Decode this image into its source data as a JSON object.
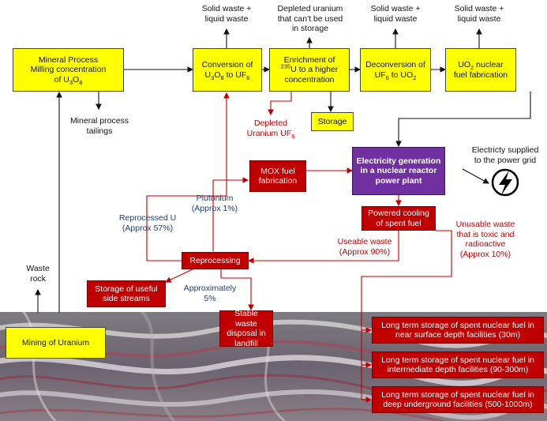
{
  "boxes": {
    "mineral_process": {
      "line1": "Mineral Process",
      "line2": "Milling concentration",
      "line3_pre": "of U",
      "line3_sub1": "3",
      "line3_mid": "O",
      "line3_sub2": "8"
    },
    "conversion": {
      "line1": "Conversion of",
      "pre": "U",
      "sub1": "3",
      "mid1": "O",
      "sub2": "8",
      "mid2": " to UF",
      "sub3": "6"
    },
    "enrichment": {
      "line1": "Enrichment of",
      "sup": "235",
      "line2": "U to a higher",
      "line3": "concentration"
    },
    "deconversion": {
      "line1": "Deconversion of",
      "pre": "UF",
      "sub1": "6",
      "mid": " to UO",
      "sub2": "2"
    },
    "fabrication": {
      "pre": "UO",
      "sub": "2",
      "post": " nuclear",
      "line2": "fuel fabrication"
    },
    "storage": "Storage",
    "mox": {
      "line1": "MOX fuel",
      "line2": "fabrication"
    },
    "electricity": {
      "line1": "Electricity generation",
      "line2": "in a nuclear reactor",
      "line3": "power plant"
    },
    "cooling": {
      "line1": "Powered cooling",
      "line2": "of spent fuel"
    },
    "reprocessing": "Reprocessing",
    "side_streams": {
      "line1": "Storage of useful",
      "line2": "side streams"
    },
    "stable_waste": {
      "line1": "Stable waste",
      "line2": "disposal in",
      "line3": "landfill"
    },
    "mining": "Mining of Uranium",
    "lts_near": {
      "line1": "Long term storage of spent nuclear fuel in",
      "line2": "near surface depth facilities (30m)"
    },
    "lts_intermediate": {
      "line1": "Long term storage of spent nuclear fuel in",
      "line2": "intermediate depth facilities (90-300m)"
    },
    "lts_deep": {
      "line1": "Long term storage of spent nuclear fuel in",
      "line2": "deep underground facilities (500-1000m)"
    }
  },
  "labels": {
    "waste_conversion": {
      "line1": "Solid waste +",
      "line2": "liquid waste"
    },
    "depleted_storage": {
      "line1": "Depleted uranium",
      "line2": "that can't be used",
      "line3": "in storage"
    },
    "waste_deconversion": {
      "line1": "Solid waste +",
      "line2": "liquid waste"
    },
    "waste_fabrication": {
      "line1": "Solid waste +",
      "line2": "liquid waste"
    },
    "tailings": {
      "line1": "Mineral process",
      "line2": "tailings"
    },
    "depleted_uf6": {
      "line1": "Depleted",
      "line2_pre": "Uranium UF",
      "line2_sub": "6"
    },
    "plutonium": {
      "line1": "Plutonium",
      "line2": "(Approx 1%)"
    },
    "reprocessed_u": {
      "line1": "Reprocessed U",
      "line2": "(Approx 57%)"
    },
    "useable_waste": {
      "line1": "Useable waste",
      "line2": "(Approx 90%)"
    },
    "unusable_waste": {
      "line1": "Unusable waste",
      "line2": "that is toxic and",
      "line3": "radioactive",
      "line4": "(Approx 10%)"
    },
    "approximately": {
      "line1": "Approximately",
      "line2": "5%"
    },
    "power_grid": {
      "line1": "Electricty supplied",
      "line2": "to the power grid"
    },
    "waste_rock": {
      "line1": "Waste",
      "line2": "rock"
    }
  },
  "icons": {
    "power": "lightning-bolt-icon"
  },
  "colors": {
    "yellow": "#ffff00",
    "red": "#c00000",
    "purple": "#7030a0",
    "blue": "#1f3b73"
  }
}
